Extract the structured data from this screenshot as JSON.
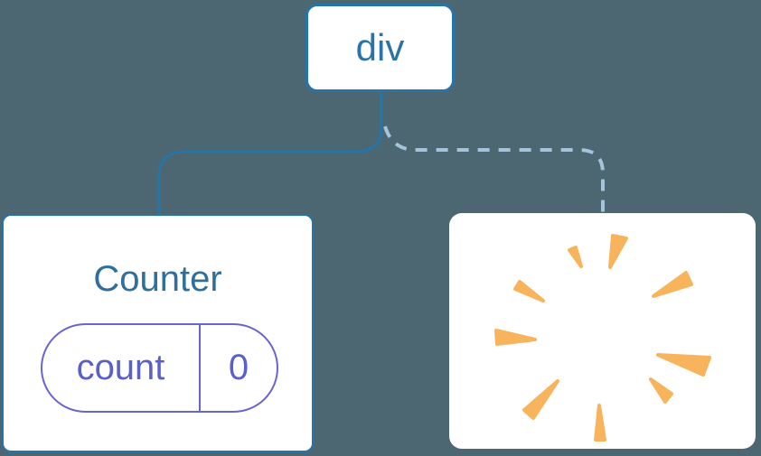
{
  "diagram": {
    "title": "component-tree-state-poof",
    "root_node": {
      "label": "div"
    },
    "counter_node": {
      "title": "Counter",
      "state_pill": {
        "label": "count",
        "value": "0"
      }
    },
    "removed_node": {
      "icon": "poof-starburst-icon"
    },
    "edges": [
      {
        "from": "div",
        "to": "Counter",
        "style": "solid"
      },
      {
        "from": "div",
        "to": "removed-node",
        "style": "dashed"
      }
    ],
    "colors": {
      "background": "#4C6672",
      "node_background": "#FFFFFF",
      "node_border_blue": "#2575A8",
      "root_label_blue": "#2B74A8",
      "counter_title_blue": "#2E6F9C",
      "pill_border_purple": "#6865D2",
      "pill_text_purple": "#5A5FC9",
      "dashed_edge_light_blue": "#A3C4DA",
      "poof_orange": "#F8B45C"
    }
  }
}
